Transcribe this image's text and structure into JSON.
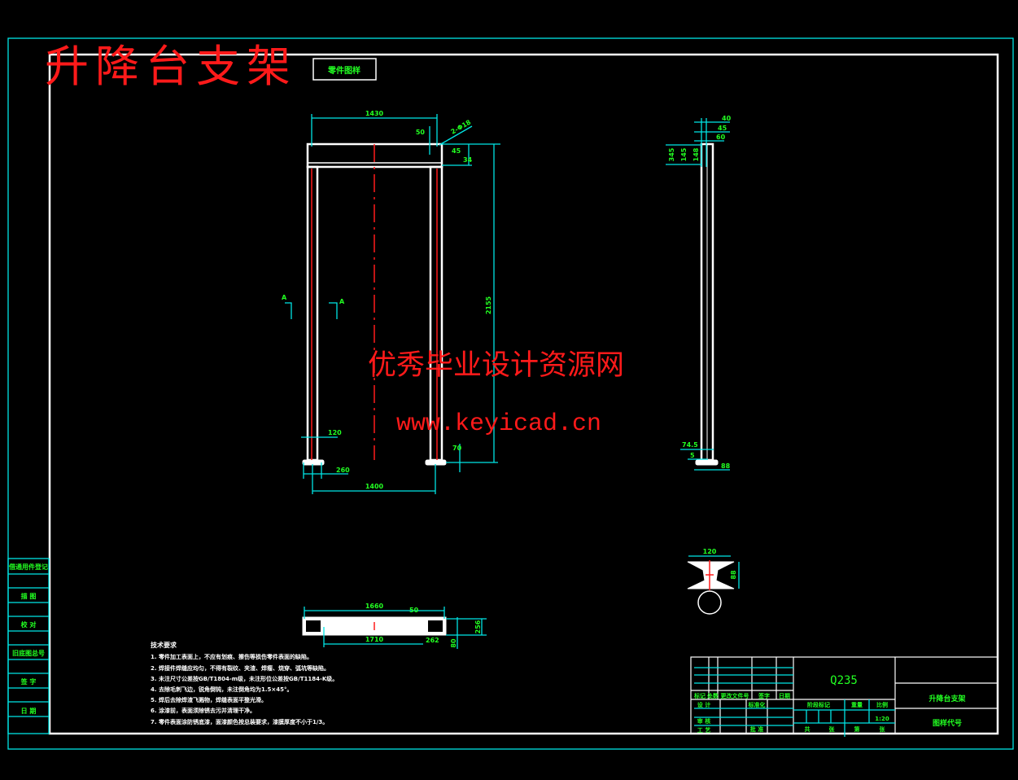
{
  "drawing": {
    "title": "升降台支架",
    "title_stamp": "零件图样",
    "watermark_cn": "优秀毕业设计资源网",
    "watermark_url": "www.keyicad.cn",
    "section_label": "A"
  },
  "dimensions": {
    "front_width_top": "1430",
    "front_height": "2155",
    "front_width_bottom": "1400",
    "front_top_small": "50",
    "front_chamfer": "2-Φ18",
    "front_top_right_a": "45",
    "front_top_right_b": "34",
    "front_leg_a": "120",
    "front_leg_b": "260",
    "front_foot": "70",
    "side_a": "40",
    "side_b": "45",
    "side_c": "60",
    "side_d": "345",
    "side_e": "145",
    "side_f": "148",
    "side_bottom_a": "74.5",
    "side_bottom_b": "5",
    "side_bottom_c": "88",
    "section_width": "120",
    "section_height": "88",
    "top_view_a": "1660",
    "top_view_b": "1710",
    "top_view_c": "50",
    "top_view_d": "262",
    "top_view_e": "256",
    "top_view_f": "80"
  },
  "tech_requirements": {
    "heading": "技术要求",
    "items": [
      "1. 零件加工表面上，不应有划痕、擦伤等损伤零件表面的缺陷。",
      "2. 焊接件焊缝应均匀，不得有裂纹、夹渣、焊瘤、烧穿、弧坑等缺陷。",
      "3. 未注尺寸公差按GB/T1804-m级，未注形位公差按GB/T1184-K级。",
      "4. 去除毛刺飞边，锐角倒钝，未注倒角均为1.5×45°。",
      "5. 焊后去除焊渣飞溅物，焊缝表面平整光滑。",
      "6. 涂漆前，表面须除锈去污并清理干净。",
      "7. 零件表面涂防锈底漆，面漆颜色按总装要求，漆膜厚度不小于1/3。"
    ]
  },
  "side_panel": [
    "借通用件登记",
    "描 图",
    "校 对",
    "旧底图总号",
    "签 字",
    "日 期"
  ],
  "title_block": {
    "material": "Q235",
    "part_name": "升降台支架",
    "drawing_no": "图样代号",
    "header_row": [
      "标记",
      "处数",
      "更改文件号",
      "签字",
      "日期"
    ],
    "designer": "设 计",
    "standardization": "标准化",
    "checker": "审 核",
    "process": "工 艺",
    "approve": "批 准",
    "stage_mark": "阶段标记",
    "weight": "重量",
    "scale": "比例",
    "scale_value": "1:20",
    "sheets": [
      "共",
      "张",
      "第",
      "张"
    ]
  }
}
